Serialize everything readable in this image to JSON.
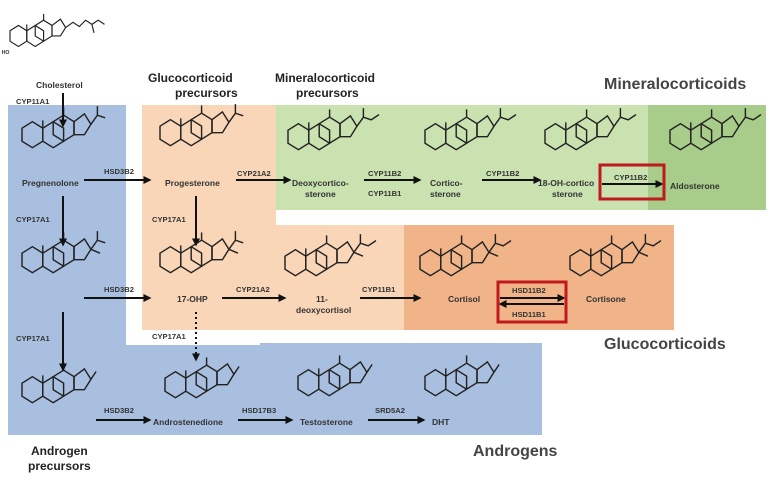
{
  "headers": {
    "gluco_precursors_1": "Glucocorticoid",
    "gluco_precursors_2": "precursors",
    "mineralo_precursors_1": "Mineralocorticoid",
    "mineralo_precursors_2": "precursors",
    "androgen_precursors_1": "Androgen",
    "androgen_precursors_2": "precursors",
    "mineralocorticoids": "Mineralocorticoids",
    "glucocorticoids": "Glucocorticoids",
    "androgens": "Androgens"
  },
  "molecules": {
    "cholesterol": "Cholesterol",
    "pregnenolone": "Pregnenolone",
    "progesterone": "Progesterone",
    "deoxycorticosterone_1": "Deoxycortico-",
    "deoxycorticosterone_2": "sterone",
    "corticosterone_1": "Cortico-",
    "corticosterone_2": "sterone",
    "oh_corticosterone_1": "18-OH-cortico",
    "oh_corticosterone_2": "sterone",
    "aldosterone": "Aldosterone",
    "ohp": "17-OHP",
    "deoxycortisol_1": "11-",
    "deoxycortisol_2": "deoxycortisol",
    "cortisol": "Cortisol",
    "cortisone": "Cortisone",
    "androstenedione": "Androstenedione",
    "testosterone": "Testosterone",
    "dht": "DHT"
  },
  "enzymes": {
    "cyp11a1": "CYP11A1",
    "hsd3b2_top": "HSD3B2",
    "cyp17a1_left1": "CYP17A1",
    "cyp17a1_left2": "CYP17A1",
    "cyp17a1_mid": "CYP17A1",
    "cyp17a1_dotted": "CYP17A1",
    "cyp21a2_top": "CYP21A2",
    "cyp11b2_a": "CYP11B2",
    "cyp11b1_a": "CYP11B1",
    "cyp11b2_b": "CYP11B2",
    "cyp11b2_boxed": "CYP11B2",
    "hsd3b2_mid": "HSD3B2",
    "cyp21a2_mid": "CYP21A2",
    "cyp11b1_mid": "CYP11B1",
    "hsd11b2": "HSD11B2",
    "hsd11b1": "HSD11B1",
    "hsd3b2_bottom": "HSD3B2",
    "hsd17b3": "HSD17B3",
    "srd5a2": "SRD5A2"
  },
  "colors": {
    "blue": "#a9bfe0",
    "orange_light": "#f9d6b8",
    "orange_dark": "#f0b488",
    "green_light": "#c9e2b0",
    "green_dark": "#a8cc8a",
    "highlight_red": "#c0191e"
  }
}
